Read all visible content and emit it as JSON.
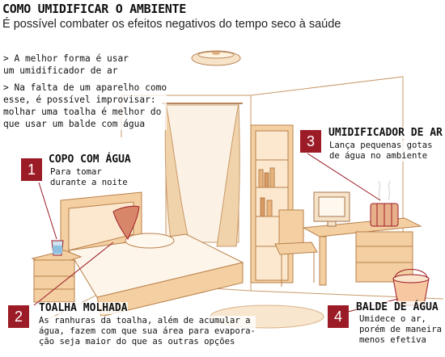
{
  "header": {
    "title": "COMO UMIDIFICAR O AMBIENTE",
    "subtitle": "É possível combater os efeitos negativos do tempo seco à saúde"
  },
  "tips": [
    {
      "lines": [
        "> A melhor forma é usar",
        "um umidificador de ar"
      ]
    },
    {
      "lines": [
        "> Na falta de um aparelho como",
        "esse, é possível improvisar:",
        "molhar uma toalha é melhor do",
        "que usar um balde com água"
      ]
    }
  ],
  "callouts": [
    {
      "number": "1",
      "title": "COPO COM ÁGUA",
      "desc": [
        "Para tomar",
        "durante a noite"
      ]
    },
    {
      "number": "2",
      "title": "TOALHA MOLHADA",
      "desc": [
        "As ranhuras da toalha, além de acumular a",
        "água, fazem com que sua área para evapora-",
        "ção seja maior do que as outras opções"
      ]
    },
    {
      "number": "3",
      "title": "UMIDIFICADOR DE AR",
      "desc": [
        "Lança pequenas gotas",
        "de água no ambiente"
      ]
    },
    {
      "number": "4",
      "title": "BALDE DE ÁGUA",
      "desc": [
        "Umidece o ar,",
        "porém de maneira",
        "menos efetiva"
      ]
    }
  ],
  "colors": {
    "accent": "#9b1b26",
    "wood": "#f3cfa2",
    "wood_dark": "#c98a4e",
    "towel": "#d8866a",
    "line": "#8a5a33"
  }
}
